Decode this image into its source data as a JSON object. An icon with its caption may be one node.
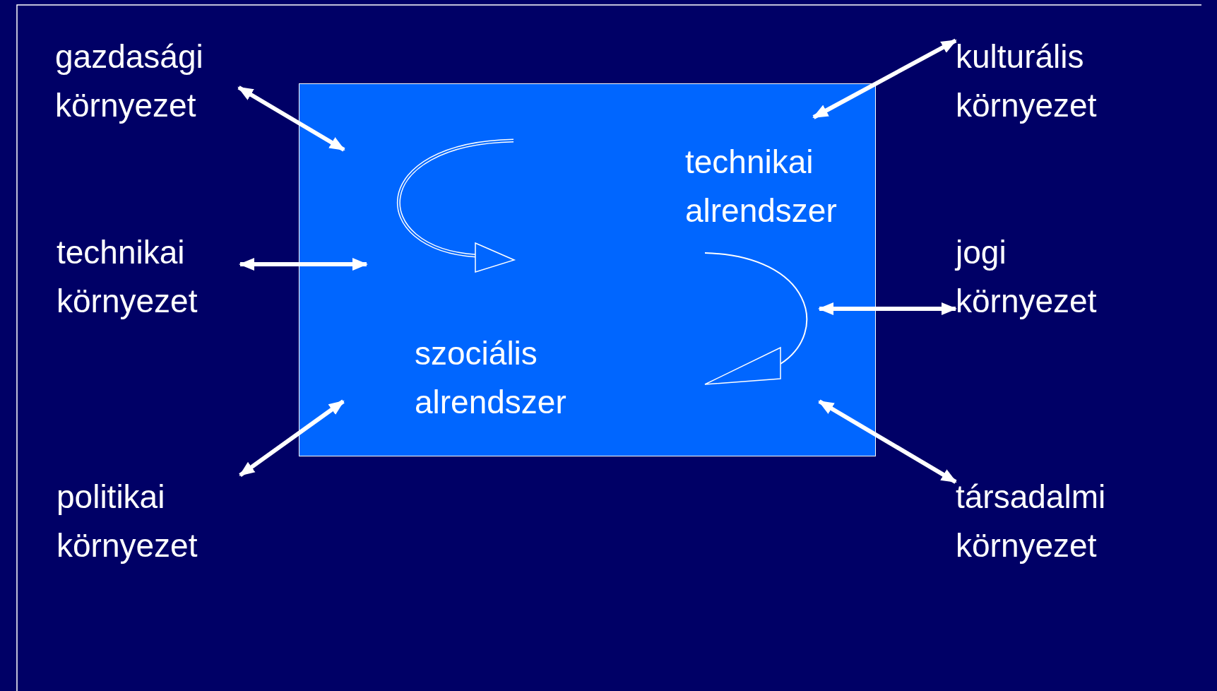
{
  "diagram": {
    "nodes": [
      {
        "text": [],
        "shape": "box"
      },
      {
        "text": [
          "gazdasági környezet"
        ]
      },
      {
        "text": [
          "technikai környezet"
        ]
      },
      {
        "text": [
          "politikai környezet"
        ]
      },
      {
        "text": [
          "kulturális környezet"
        ]
      },
      {
        "text": [
          "jogi környezet"
        ]
      },
      {
        "text": [
          "társadalmi környezet"
        ]
      },
      {
        "text": [
          "technikai alrendszer"
        ],
        "in": 0
      },
      {
        "text": [
          "szociális alrendszer"
        ],
        "in": 0
      }
    ],
    "edges": [
      {
        "from": 1,
        "to": 0,
        "arrow": "both"
      },
      {
        "from": 2,
        "to": 0,
        "arrow": "both"
      },
      {
        "from": 3,
        "to": 0,
        "arrow": "both"
      },
      {
        "from": 4,
        "to": 0,
        "arrow": "both"
      },
      {
        "from": 5,
        "to": 0,
        "arrow": "both"
      },
      {
        "from": 6,
        "to": 0,
        "arrow": "both"
      }
    ]
  }
}
